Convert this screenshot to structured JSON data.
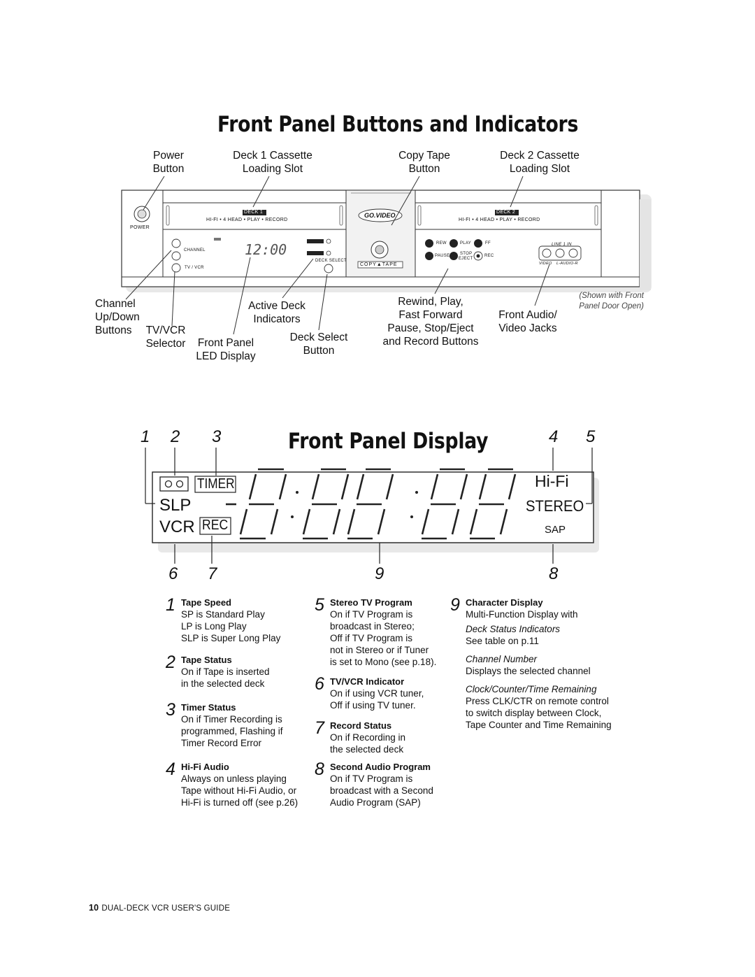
{
  "title_top": "Front Panel Buttons and Indicators",
  "title_display": "Front Panel Display",
  "panel_labels": {
    "power": [
      "Power",
      "Button"
    ],
    "deck1_slot": [
      "Deck 1 Cassette",
      "Loading Slot"
    ],
    "copy_tape": [
      "Copy Tape",
      "Button"
    ],
    "deck2_slot": [
      "Deck 2 Cassette",
      "Loading Slot"
    ],
    "channel": [
      "Channel",
      "Up/Down",
      "Buttons"
    ],
    "tvvcr": [
      "TV/VCR",
      "Selector"
    ],
    "front_led": [
      "Front Panel",
      "LED Display"
    ],
    "active_deck": [
      "Active Deck",
      "Indicators"
    ],
    "deck_select": [
      "Deck Select",
      "Button"
    ],
    "rewind": [
      "Rewind, Play,",
      "Fast Forward",
      "Pause, Stop/Eject",
      "and Record Buttons"
    ],
    "front_audio": [
      "Front Audio/",
      "Video Jacks"
    ],
    "shown_with": [
      "(Shown with Front",
      "Panel Door Open)"
    ]
  },
  "vcr_printed": {
    "deck1": "DECK 1",
    "deck2": "DECK 2",
    "hifi_line": "HI-FI • 4 HEAD • PLAY • RECORD",
    "brand": "GO.VIDEO",
    "power": "POWER",
    "channel": "CHANNEL",
    "tv_vcr": "TV / VCR",
    "deck_select": "DECK SELECT",
    "copy_tape": "COPY▲TAPE",
    "clock": "12:00",
    "rew": "REW",
    "play": "PLAY",
    "ff": "FF",
    "pause": "PAUSE",
    "stop": "STOP",
    "eject": "EJECT",
    "rec": "REC",
    "line1_in": "LINE 1 IN",
    "video": "VIDEO",
    "audio": "L-AUDIO-R"
  },
  "display_numbers": {
    "top": [
      "1",
      "2",
      "3",
      "4",
      "5"
    ],
    "bottom": [
      "6",
      "7",
      "9",
      "8"
    ]
  },
  "display_text": {
    "timer": "TIMER",
    "slp": "SLP",
    "vcr": "VCR",
    "rec": "REC",
    "hifi": "Hi-Fi",
    "stereo": "STEREO",
    "sap": "SAP"
  },
  "descriptions": [
    {
      "n": "1",
      "title": "Tape Speed",
      "lines": [
        "SP is Standard Play",
        "LP is Long Play",
        "SLP is Super Long Play"
      ]
    },
    {
      "n": "2",
      "title": "Tape Status",
      "lines": [
        "On if Tape is inserted",
        "in the selected deck"
      ]
    },
    {
      "n": "3",
      "title": "Timer Status",
      "lines": [
        "On if Timer Recording is",
        "programmed, Flashing if",
        "Timer Record Error"
      ]
    },
    {
      "n": "4",
      "title": "Hi-Fi Audio",
      "lines": [
        "Always on unless playing",
        "Tape without Hi-Fi Audio, or",
        "Hi-Fi is turned off (see p.26)"
      ]
    },
    {
      "n": "5",
      "title": "Stereo TV Program",
      "lines": [
        "On if TV Program is",
        "broadcast in Stereo;",
        "Off if TV Program is",
        "not in Stereo or if Tuner",
        "is set to Mono (see p.18)."
      ]
    },
    {
      "n": "6",
      "title": "TV/VCR Indicator",
      "lines": [
        "On if using VCR tuner,",
        "Off if using TV tuner."
      ]
    },
    {
      "n": "7",
      "title": "Record Status",
      "lines": [
        "On if Recording in",
        "the selected deck"
      ]
    },
    {
      "n": "8",
      "title": "Second Audio Program",
      "lines": [
        "On if TV Program is",
        "broadcast with a Second",
        "Audio Program (SAP)"
      ]
    },
    {
      "n": "9",
      "title": "Character Display",
      "lines": [
        "Multi-Function Display with"
      ],
      "sub": [
        {
          "h": "Deck Status Indicators",
          "lines": [
            "See table on p.11"
          ]
        },
        {
          "h": "Channel Number",
          "lines": [
            "Displays the selected channel"
          ]
        },
        {
          "h": "Clock/Counter/Time Remaining",
          "lines": [
            "Press CLK/CTR on remote control",
            "to switch display between Clock,",
            "Tape Counter and Time Remaining"
          ]
        }
      ]
    }
  ],
  "footer": {
    "page": "10",
    "text": "DUAL-DECK VCR USER'S GUIDE"
  }
}
